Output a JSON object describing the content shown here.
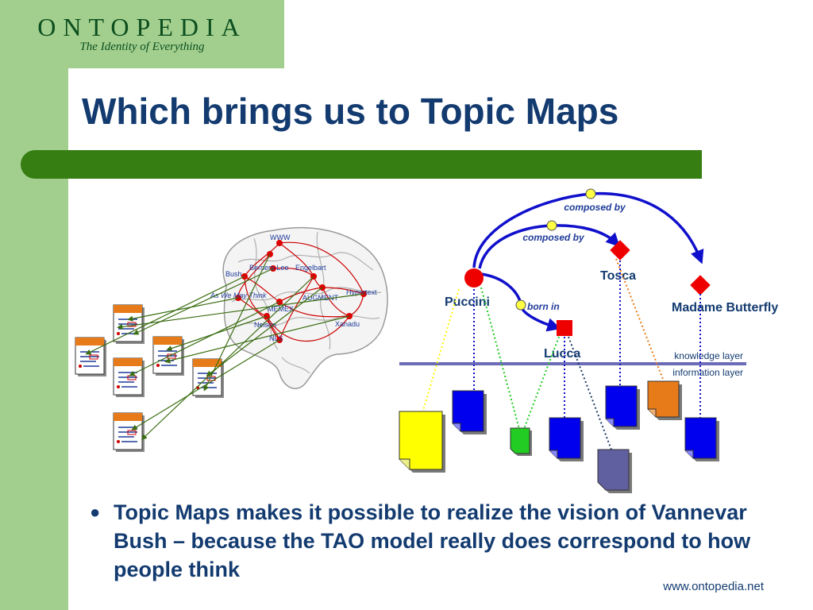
{
  "logo": {
    "name": "ONTOPEDIA",
    "tagline": "The Identity of Everything"
  },
  "title": "Which brings us to Topic Maps",
  "bullet": "Topic Maps makes it possible to realize the vision of Vannevar Bush – because the TAO model really does correspond to how people think",
  "footer": {
    "url": "www.ontopedia.net"
  },
  "brain_labels": [
    "WWW",
    "Bush",
    "Berners-Lee",
    "Engelbart",
    "As We May Think",
    "Hypertext",
    "AUGMENT",
    "MEMEX",
    "Nelson",
    "Xanadu",
    "NLS"
  ],
  "topic_map": {
    "topics": [
      "Puccini",
      "Tosca",
      "Madame Butterfly",
      "Lucca"
    ],
    "associations": [
      "composed by",
      "composed by",
      "born in"
    ],
    "layers": [
      "knowledge layer",
      "information layer"
    ]
  },
  "colors": {
    "title": "#133b70",
    "sidebar": "#a2cf8e",
    "accent_bar": "#367d12",
    "topic_red": "#ee0000",
    "association_blue": "#1010cc",
    "occurrence_yellow": "#ffff00"
  }
}
